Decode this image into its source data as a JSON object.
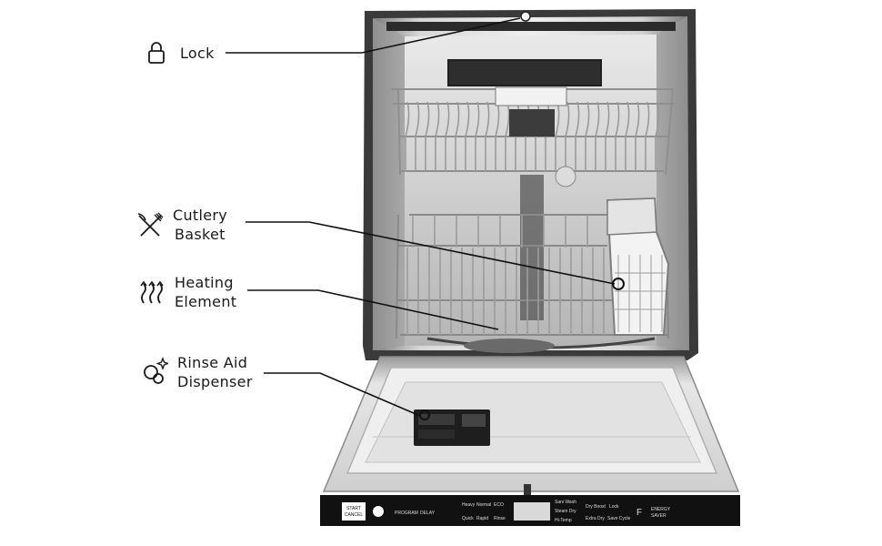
{
  "callouts": [
    {
      "id": "lock",
      "icon": "lock-icon",
      "lines": [
        "Lock"
      ]
    },
    {
      "id": "cutlery",
      "icon": "cutlery-icon",
      "lines": [
        "Cutlery",
        "Basket"
      ]
    },
    {
      "id": "heating",
      "icon": "heat-waves-icon",
      "lines": [
        "Heating",
        "Element"
      ]
    },
    {
      "id": "rinse",
      "icon": "rinse-aid-icon",
      "lines": [
        "Rinse Aid",
        "Dispenser"
      ]
    }
  ],
  "control_panel": {
    "start_cancel": [
      "START",
      "CANCEL"
    ],
    "program": "PROGRAM",
    "delay": "DELAY",
    "cycles_top": [
      "Heavy",
      "Normal",
      "ECO"
    ],
    "cycles_bottom": [
      "Quick",
      "Rapid",
      "Rinse"
    ],
    "options_col1": [
      "Sani Wash",
      "Steam Dry",
      "Hi-Temp"
    ],
    "options_col2": [
      "Dry Boost",
      "Extra Dry"
    ],
    "options_col3": [
      "Lock",
      "Save Cycle"
    ],
    "energy_saver": [
      "ENERGY",
      "SAVER"
    ],
    "energy_mark": "F"
  },
  "colors": {
    "ink": "#1a1a1a",
    "panel": "#111111",
    "steel": "#c9c9c9",
    "frame": "#2a2a2a"
  }
}
